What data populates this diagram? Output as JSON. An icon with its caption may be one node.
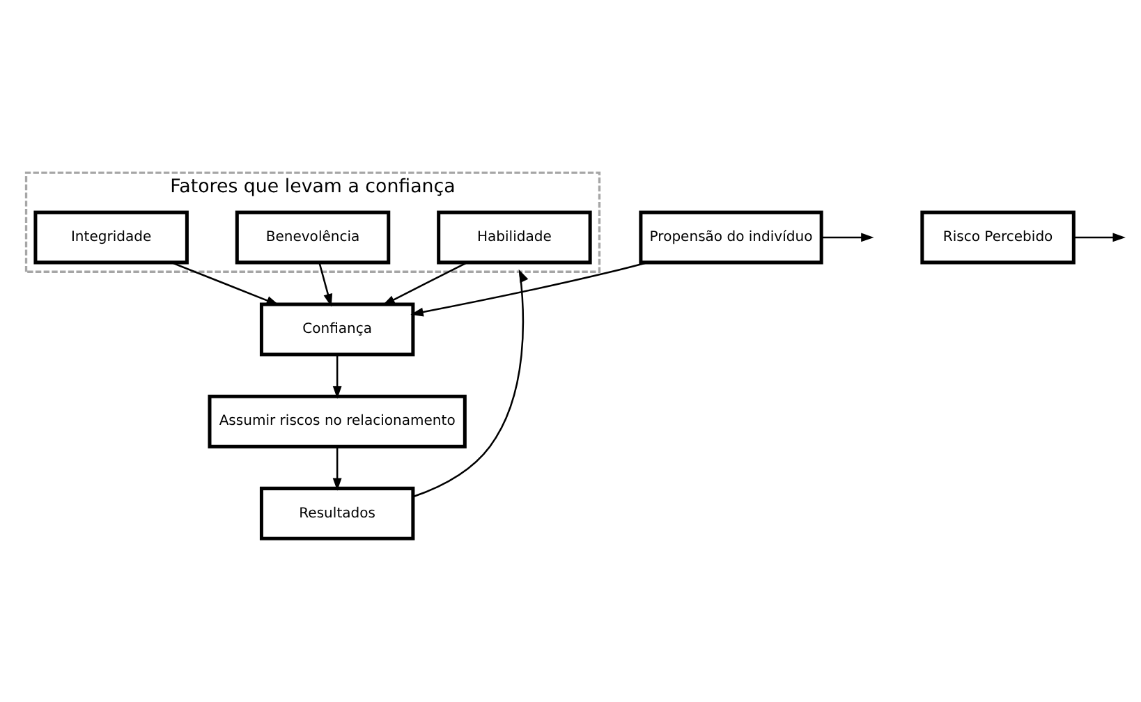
{
  "diagram": {
    "nodes": [
      {
        "text": [
          "Fatores que levam a confiança"
        ]
      },
      {
        "text": [
          "Habilidade"
        ],
        "in": 0
      },
      {
        "text": [
          "Benevolência"
        ],
        "in": 0
      },
      {
        "text": [
          "Integridade"
        ],
        "in": 0
      },
      {
        "text": [
          "Propensão do indivíduo"
        ]
      },
      {
        "text": [
          "Confiança"
        ]
      },
      {
        "text": [
          "Risco Percebido"
        ]
      },
      {
        "text": [
          "Assumir riscos no relacionamento"
        ]
      },
      {
        "text": [
          "Resultados"
        ]
      }
    ],
    "edges": [
      {
        "from": 1,
        "to": 5,
        "arrow": "to"
      },
      {
        "from": 2,
        "to": 5,
        "arrow": "to"
      },
      {
        "from": 3,
        "to": 5,
        "arrow": "to"
      },
      {
        "from": 4,
        "to": null,
        "arrow": "to"
      },
      {
        "from": 4,
        "to": 5,
        "arrow": "to"
      },
      {
        "from": 5,
        "to": 7,
        "arrow": "to"
      },
      {
        "from": 6,
        "to": null,
        "arrow": "to"
      },
      {
        "from": 7,
        "to": 8,
        "arrow": "to"
      },
      {
        "from": 8,
        "to": 0,
        "arrow": "to"
      }
    ]
  }
}
